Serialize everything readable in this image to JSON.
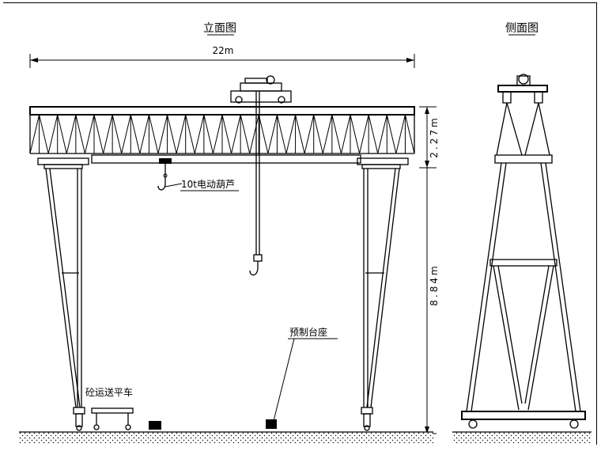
{
  "front_view": {
    "title": "立面图",
    "span": "22m",
    "truss_height": "2.27m",
    "leg_height": "8.84m",
    "hoist_label": "10t电动葫芦",
    "base_label": "预制台座",
    "cart_label": "砼运送平车"
  },
  "side_view": {
    "title": "侧面图"
  }
}
